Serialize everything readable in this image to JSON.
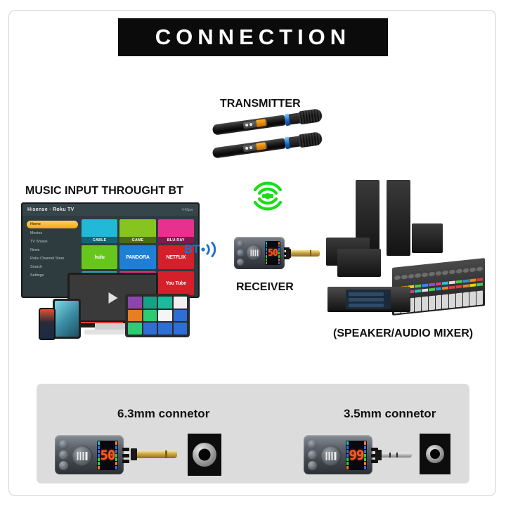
{
  "banner": {
    "title": "CONNECTION"
  },
  "labels": {
    "transmitter": "TRANSMITTER",
    "music_input": "MUSIC INPUT THROUGHT BT",
    "receiver": "RECEIVER",
    "speaker": "(SPEAKER/AUDIO MIXER)",
    "bt": "BT"
  },
  "tv": {
    "brand": "Hisense · Roku TV",
    "clock": "4:43pm",
    "nav": [
      {
        "label": "Home",
        "selected": true
      },
      {
        "label": "Movies",
        "selected": false
      },
      {
        "label": "TV Shows",
        "selected": false
      },
      {
        "label": "News",
        "selected": false
      },
      {
        "label": "Roku Channel Store",
        "selected": false
      },
      {
        "label": "Search",
        "selected": false
      },
      {
        "label": "Settings",
        "selected": false
      }
    ],
    "tiles": [
      {
        "label": "CABLE",
        "mark": "",
        "color": "#22b8d8"
      },
      {
        "label": "GAME",
        "mark": "",
        "color": "#86c520"
      },
      {
        "label": "BLU-RAY",
        "mark": "",
        "color": "#e8308f"
      },
      {
        "label": "",
        "mark": "hulu",
        "color": "#66c61c"
      },
      {
        "label": "",
        "mark": "PANDORA",
        "color": "#1f7fd4"
      },
      {
        "label": "",
        "mark": "NETFLIX",
        "color": "#d4202a"
      },
      {
        "label": "",
        "mark": "",
        "color": "#2aa7b8"
      },
      {
        "label": "",
        "mark": "",
        "color": "#e8308f"
      },
      {
        "label": "",
        "mark": "You Tube",
        "color": "#d4202a"
      }
    ]
  },
  "receiver_device": {
    "display_value": "50",
    "jack_type": "6.3mm"
  },
  "connectors": [
    {
      "label": "6.3mm connetor",
      "display_value": "50",
      "plug": "6.3mm",
      "plug_color": "#cda73f"
    },
    {
      "label": "3.5mm connetor",
      "display_value": "99",
      "plug": "3.5mm",
      "plug_color": "#b5b5b5"
    }
  ],
  "colors": {
    "banner_bg": "#0b0b0b",
    "bt_blue": "#1f6fd0",
    "signal_green": "#19dd19",
    "panel_bg": "#dcdcdc",
    "lcd_digit": "#ff5a1e"
  },
  "lcd_bars": {
    "left": [
      "#19c7b0",
      "#2f6fe0",
      "#2f6fe0",
      "#2f6fe0",
      "#2bd44a",
      "#2bd44a",
      "#ff7a1e"
    ],
    "right": [
      "#ff7a1e",
      "#2f6fe0",
      "#2f6fe0",
      "#2bd44a",
      "#2bd44a",
      "#ff7a1e",
      "#2f6fe0"
    ]
  }
}
